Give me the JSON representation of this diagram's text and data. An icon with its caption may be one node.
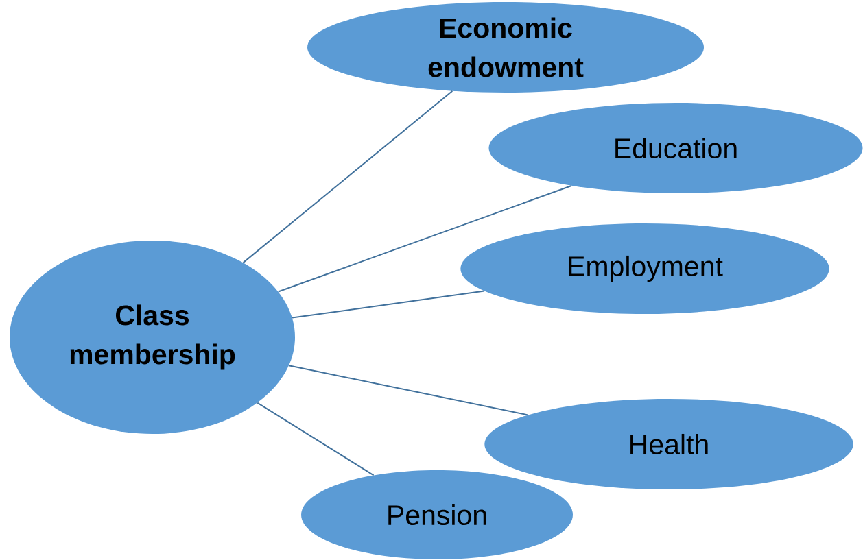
{
  "diagram": {
    "nodes": [
      {
        "text": [
          "Class membership"
        ]
      },
      {
        "text": [
          "Economic endowment"
        ]
      },
      {
        "text": [
          "Education"
        ]
      },
      {
        "text": [
          "Employment"
        ]
      },
      {
        "text": [
          "Health"
        ]
      },
      {
        "text": [
          "Pension"
        ]
      }
    ],
    "edges": [
      {
        "from": 0,
        "to": 1,
        "arrow": "none"
      },
      {
        "from": 0,
        "to": 2,
        "arrow": "none"
      },
      {
        "from": 0,
        "to": 3,
        "arrow": "none"
      },
      {
        "from": 0,
        "to": 4,
        "arrow": "none"
      },
      {
        "from": 0,
        "to": 5,
        "arrow": "none"
      }
    ]
  }
}
